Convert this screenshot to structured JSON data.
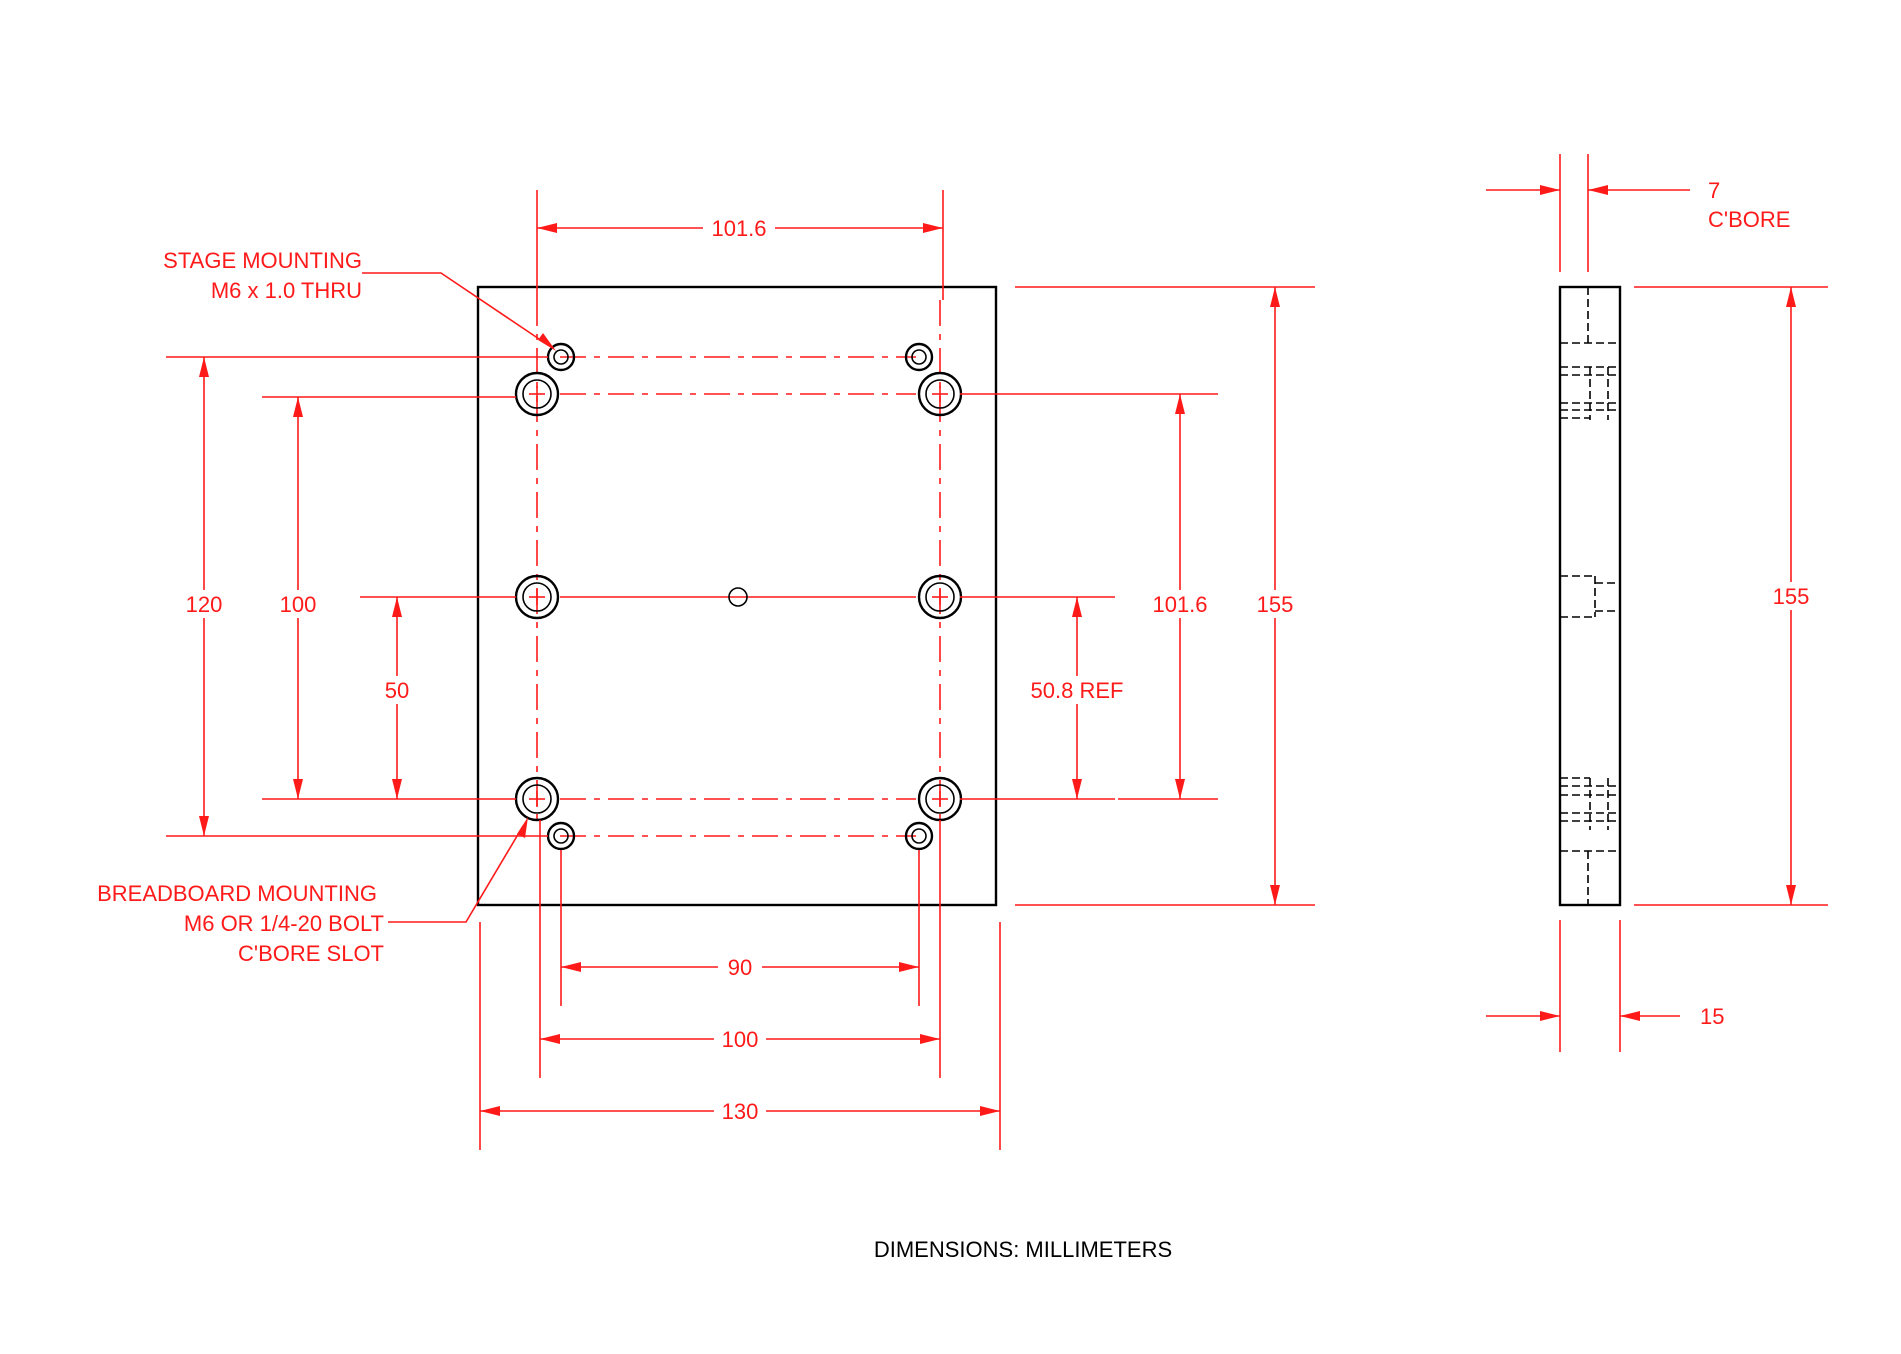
{
  "notes": {
    "stage_line1": "STAGE MOUNTING",
    "stage_line2": "M6 x 1.0 THRU",
    "bb_line1": "BREADBOARD MOUNTING",
    "bb_line2": "M6 OR 1/4-20 BOLT",
    "bb_line3": "C'BORE SLOT",
    "units": "DIMENSIONS:  MILLIMETERS"
  },
  "front_view_dims": {
    "top_width": "101.6",
    "left_outer": "120",
    "left_inner": "100",
    "left_half": "50",
    "right_ref": "50.8 REF",
    "right_inner": "101.6",
    "right_outer": "155",
    "bottom_90": "90",
    "bottom_100": "100",
    "bottom_130": "130"
  },
  "side_view_dims": {
    "cbore_value": "7",
    "cbore_label": "C'BORE",
    "height": "155",
    "thickness": "15"
  },
  "colors": {
    "dimension": "#ff1a1a",
    "geometry": "#000000"
  }
}
